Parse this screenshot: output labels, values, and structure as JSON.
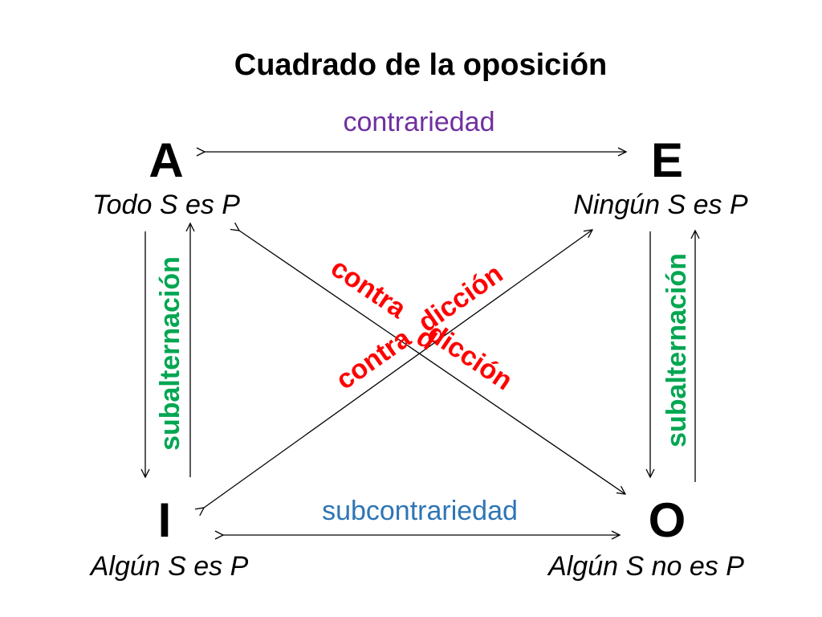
{
  "title": "Cuadrado de la oposición",
  "corners": {
    "a": {
      "letter": "A",
      "statement": "Todo S es P"
    },
    "e": {
      "letter": "E",
      "statement": "Ningún S es P"
    },
    "i": {
      "letter": "I",
      "statement": "Algún S es P"
    },
    "o": {
      "letter": "O",
      "statement": "Algún S no es P"
    }
  },
  "relations": {
    "contrariety": "contrariedad",
    "subcontrariety": "subcontrariedad",
    "subalternation_left": "subalternación",
    "subalternation_right": "subalternación",
    "contradiction_ao_part1": "contra",
    "contradiction_ao_part2": "dicción",
    "contradiction_ie_part1": "contra",
    "contradiction_ie_part2": "dicción",
    "contradiction_shared": "d"
  },
  "colors": {
    "text": "#000000",
    "contrariety": "#7030a0",
    "subcontrariety": "#2e75b6",
    "subalternation": "#00a651",
    "contradiction": "#ff0000",
    "lines": "#000000"
  }
}
